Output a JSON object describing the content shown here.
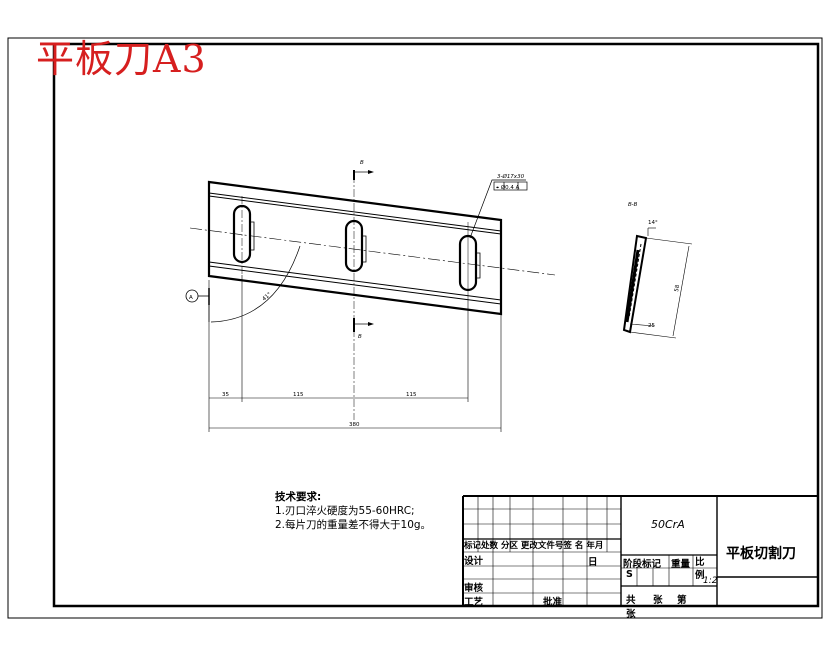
{
  "drawing": {
    "header_title": "平板刀A3",
    "section_label_top": "B",
    "section_label_bottom": "B",
    "section_view_title": "B-B",
    "datum_label": "A",
    "slot_callout": "3-Ø17x30",
    "position_tolerance": "⌖ Ø0.4 A",
    "angle_label": "41°",
    "dims": {
      "left_offset": "35",
      "spacing_1": "115",
      "spacing_2": "115",
      "overall_length": "380",
      "section_angle": "14°",
      "section_width": "58",
      "section_bottom": "25"
    }
  },
  "notes": {
    "heading": "技术要求:",
    "items": [
      "1.刃口淬火硬度为55-60HRC;",
      "2.每片刀的重量差不得大于10g。"
    ]
  },
  "title_block": {
    "material": "50CrA",
    "part_name": "平板切割刀",
    "revision_header": "标记处数 分区 更改文件号签 名 年月",
    "date_char": "日",
    "designer": "设计",
    "checker": "审核",
    "process": "工艺",
    "approval": "批准",
    "stage_mark": "阶段标记",
    "weight": "重量",
    "scale_label": "比例",
    "scale_value": "1:2",
    "sheet_total": "共",
    "sheet_label": "张",
    "sheet_num": "第",
    "sheet_num_unit": "张"
  }
}
